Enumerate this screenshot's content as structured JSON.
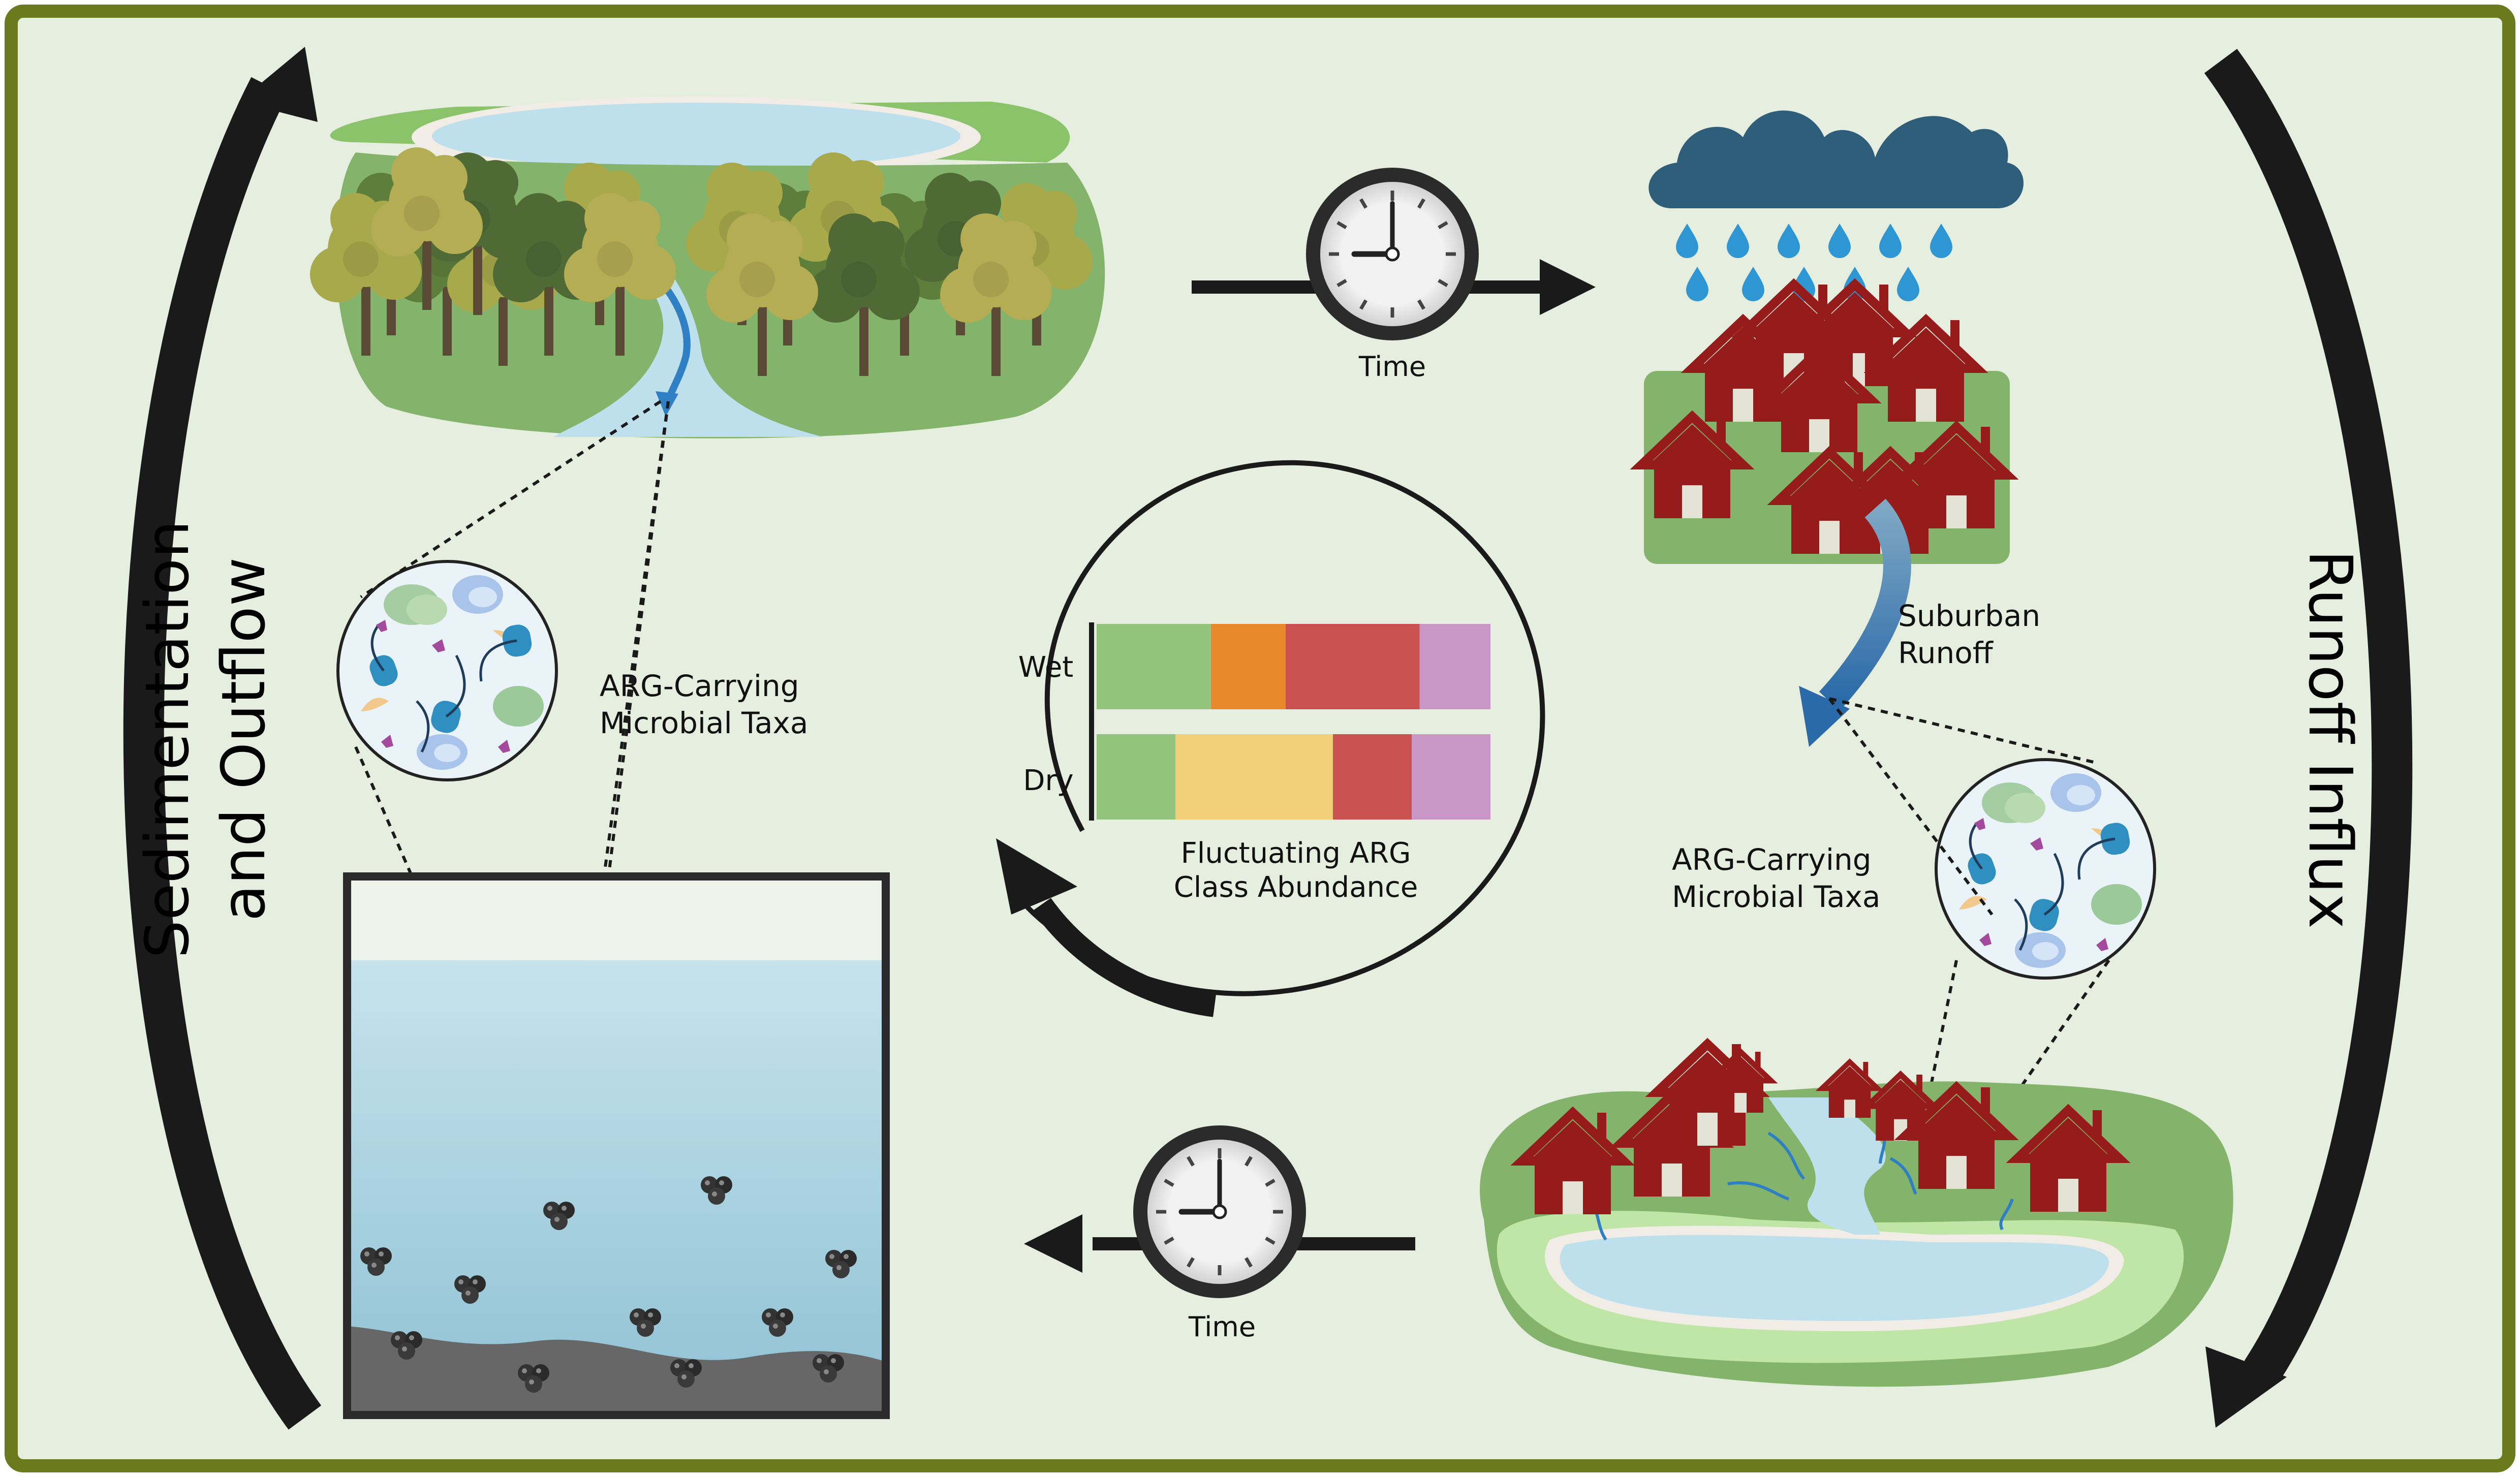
{
  "labels": {
    "time_top": "Time",
    "time_bottom": "Time",
    "suburban_runoff_line1": "Suburban",
    "suburban_runoff_line2": "Runoff",
    "taxa_left_line1": "ARG-Carrying",
    "taxa_left_line2": "Microbial Taxa",
    "taxa_right_line1": "ARG-Carrying",
    "taxa_right_line2": "Microbial Taxa",
    "left_cycle_line1": "Sedimentation",
    "left_cycle_line2": "and Outflow",
    "right_cycle": "Runoff Influx",
    "chart_caption_line1": "Fluctuating ARG",
    "chart_caption_line2": "Class Abundance"
  },
  "colors": {
    "background": "#e6eedf",
    "border": "#6a7a1c",
    "arrow": "#1a1a1a",
    "water": "#bde0ec",
    "house": "#961b1b",
    "grass": "#8cba74",
    "rain_cloud": "#2e5e7a",
    "rain_drop": "#2e97d3",
    "sediment": "#676767"
  },
  "icons": [
    "clock-icon",
    "rain-cloud-icon",
    "house-icon",
    "tree-icon",
    "microbe-icon",
    "sediment-particle-icon"
  ],
  "chart_data": {
    "type": "bar",
    "stacked": true,
    "orientation": "horizontal",
    "categories": [
      "Wet",
      "Dry"
    ],
    "series": [
      {
        "color": "#93c47d",
        "values": [
          29,
          20
        ]
      },
      {
        "color": "#e8892b",
        "values": [
          19,
          0
        ]
      },
      {
        "color": "#f0cf78",
        "values": [
          0,
          40
        ]
      },
      {
        "color": "#c9514f",
        "values": [
          34,
          20
        ]
      },
      {
        "color": "#c897c5",
        "values": [
          18,
          20
        ]
      }
    ],
    "caption": "Fluctuating ARG Class Abundance"
  }
}
